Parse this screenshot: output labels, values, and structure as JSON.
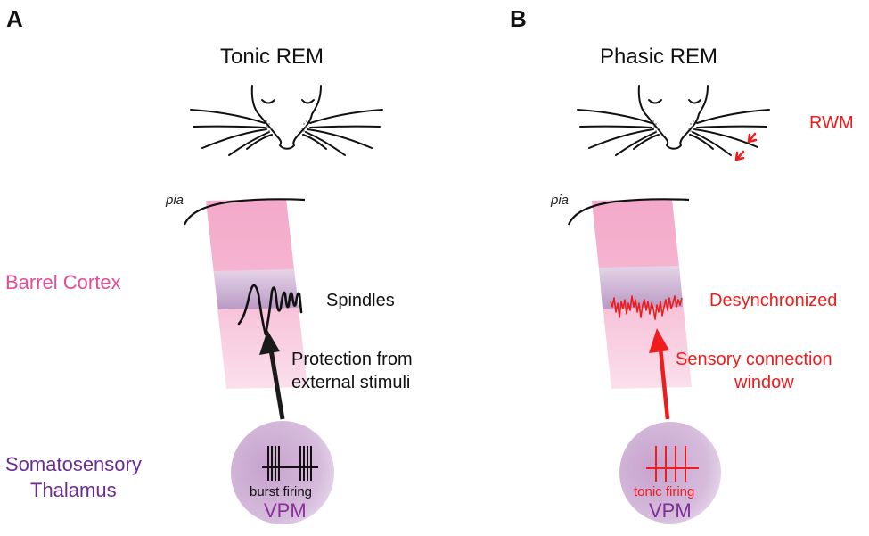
{
  "panels": {
    "A": {
      "letter": "A",
      "title": "Tonic REM",
      "pia_label": "pia",
      "oscillation_label": "Spindles",
      "arrow_label_line1": "Protection from",
      "arrow_label_line2": "external stimuli",
      "firing_label": "burst firing",
      "nucleus_label": "VPM"
    },
    "B": {
      "letter": "B",
      "title": "Phasic REM",
      "whisker_label": "RWM",
      "pia_label": "pia",
      "oscillation_label": "Desynchronized",
      "arrow_label_line1": "Sensory connection",
      "arrow_label_line2": "window",
      "firing_label": "tonic firing",
      "nucleus_label": "VPM"
    }
  },
  "region_labels": {
    "cortex": "Barrel Cortex",
    "thalamus_line1": "Somatosensory",
    "thalamus_line2": "Thalamus"
  },
  "colors": {
    "red": "#ee1c1c",
    "pink": "#e04e97",
    "purple": "#6a2c91",
    "cortex_pink": "#f4aecd",
    "layer4_purple": "#c3a3cb",
    "thalamus_circle": "#c9a6cf"
  }
}
